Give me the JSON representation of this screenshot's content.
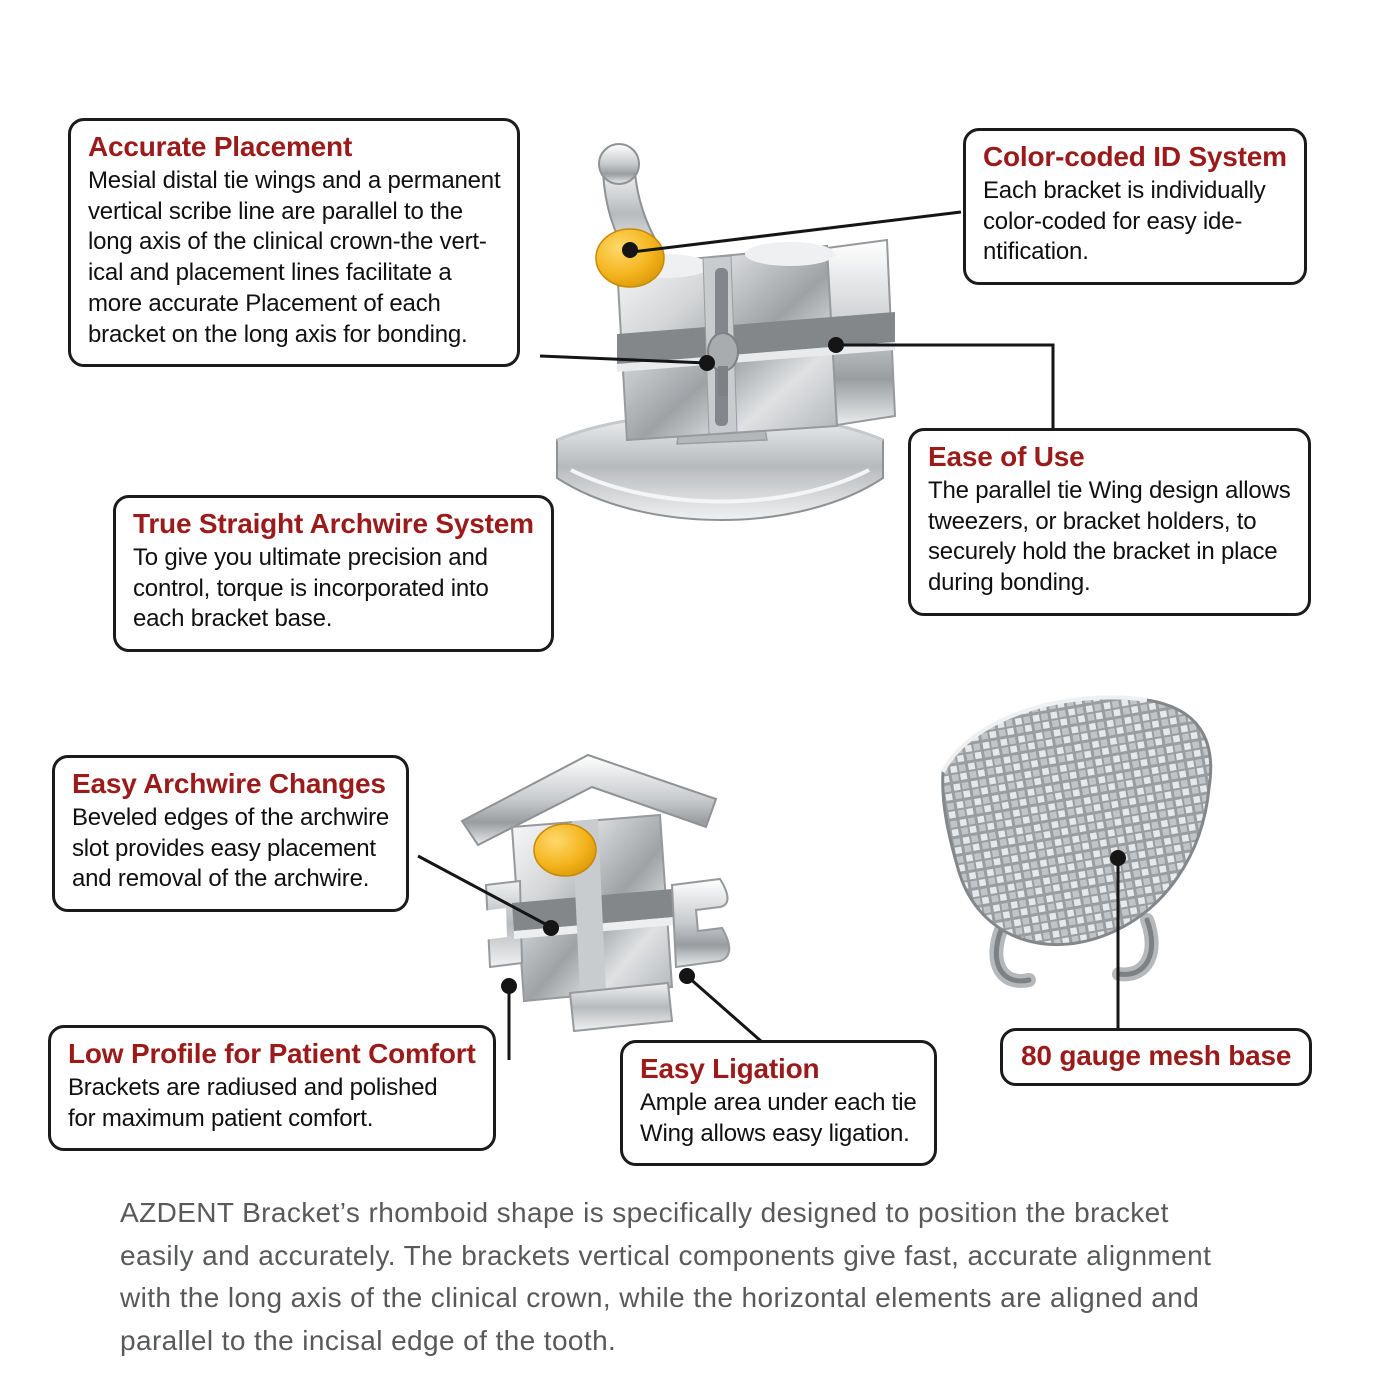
{
  "callouts": {
    "accurate_placement": {
      "title": "Accurate Placement",
      "body": "Mesial distal tie wings and a permanent\nvertical scribe line are parallel to the\nlong axis of the clinical crown-the vert-\nical and placement lines facilitate a\nmore accurate Placement of each\nbracket on the long axis for bonding."
    },
    "color_coded_id": {
      "title": "Color-coded ID System",
      "body": "Each bracket is individually\ncolor-coded for easy ide-\nntification."
    },
    "ease_of_use": {
      "title": "Ease of Use",
      "body": "The parallel tie Wing design allows\ntweezers, or bracket holders, to\nsecurely hold the bracket in place\nduring bonding."
    },
    "true_straight_archwire": {
      "title": "True Straight Archwire System",
      "body": "To give you ultimate precision and\ncontrol, torque is incorporated into\neach bracket base."
    },
    "easy_archwire_changes": {
      "title": "Easy Archwire Changes",
      "body": "Beveled edges of the archwire\nslot provides easy placement\nand removal of the archwire."
    },
    "low_profile": {
      "title": "Low Profile for Patient Comfort",
      "body": "Brackets are radiused and polished\nfor maximum patient comfort."
    },
    "easy_ligation": {
      "title": "Easy Ligation",
      "body": "Ample area under each tie\nWing allows easy ligation."
    },
    "mesh_base": {
      "title": "80 gauge mesh base"
    }
  },
  "footer": {
    "text": "AZDENT Bracket’s rhomboid shape is specifically designed to position the bracket\neasily and accurately. The brackets vertical components give fast, accurate alignment\nwith the long axis of the clinical crown, while the horizontal elements are aligned and\nparallel to the incisal edge of the tooth."
  },
  "colors": {
    "title_red": "#9b1b1b",
    "body_black": "#101010",
    "footer_gray": "#58595b",
    "connector_black": "#151515",
    "accent_yellow": "#f4b51f"
  },
  "illustrations": {
    "top_bracket": "metal orthodontic bracket with ball hook and yellow color-code dot",
    "bottom_bracket": "metal orthodontic bracket, angled view, with yellow color-code dot",
    "mesh_pad": "bracket bonding base with 80 gauge mesh"
  }
}
